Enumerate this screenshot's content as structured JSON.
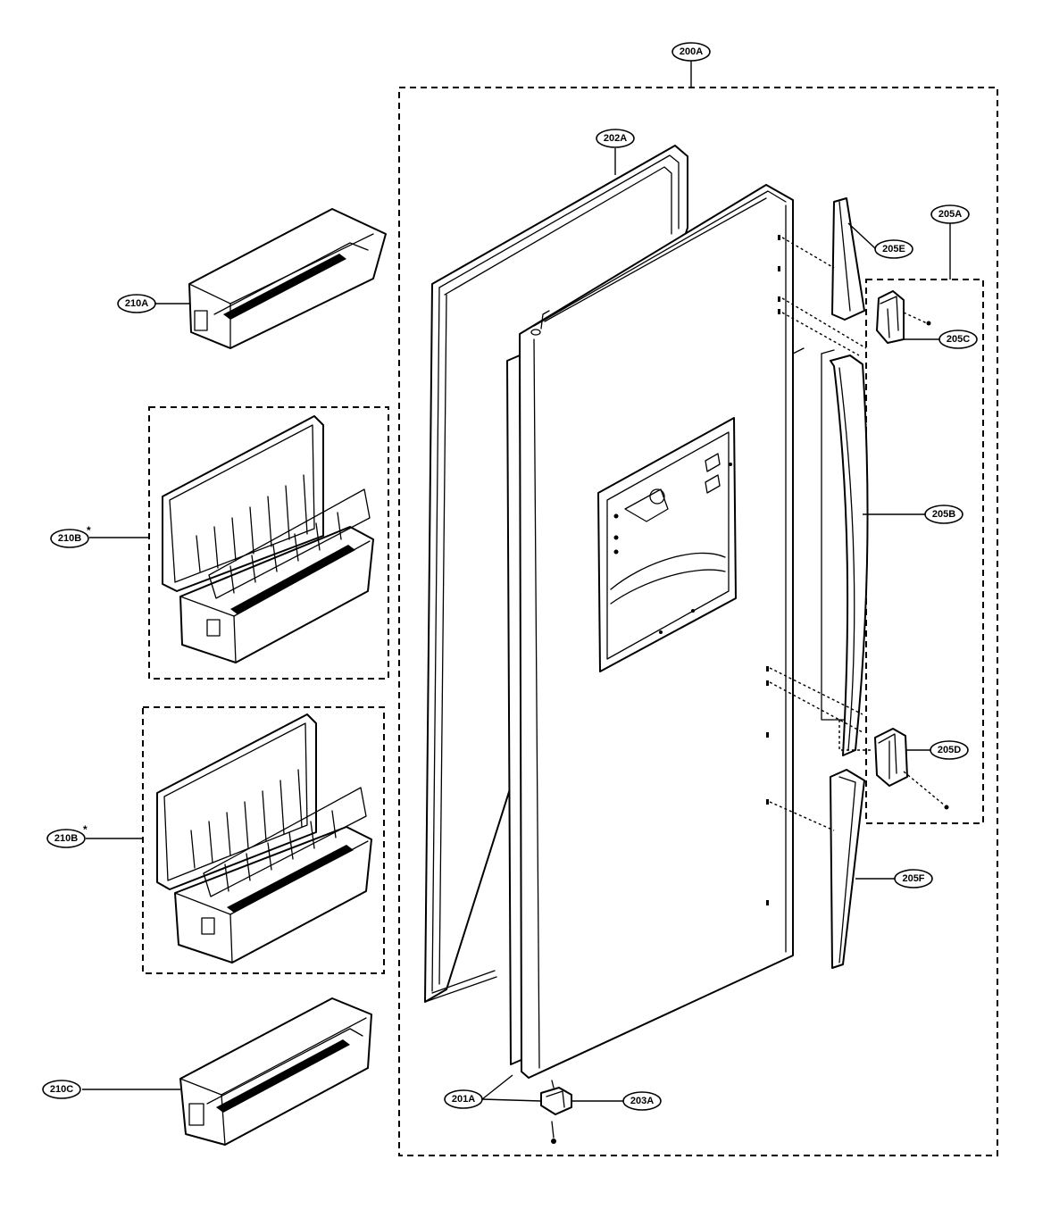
{
  "callouts": {
    "c200A": "200A",
    "c202A": "202A",
    "c205E": "205E",
    "c205A": "205A",
    "c205C": "205C",
    "c205B": "205B",
    "c205D": "205D",
    "c205F": "205F",
    "c201A": "201A",
    "c203A": "203A",
    "c210A": "210A",
    "c210B_1": "210B",
    "c210B_2": "210B",
    "c210C": "210C"
  },
  "marks": {
    "asterisk": "*"
  }
}
